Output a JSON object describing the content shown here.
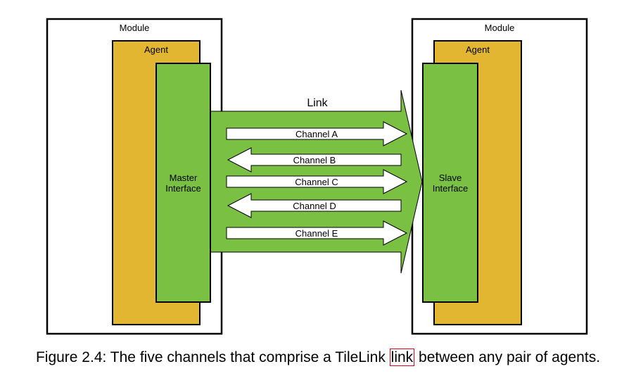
{
  "modules": {
    "left": {
      "label": "Module",
      "agent_label": "Agent",
      "interface_label_line1": "Master",
      "interface_label_line2": "Interface"
    },
    "right": {
      "label": "Module",
      "agent_label": "Agent",
      "interface_label_line1": "Slave",
      "interface_label_line2": "Interface"
    }
  },
  "link": {
    "label": "Link"
  },
  "channels": [
    {
      "label": "Channel A",
      "direction": "right"
    },
    {
      "label": "Channel B",
      "direction": "left"
    },
    {
      "label": "Channel C",
      "direction": "right"
    },
    {
      "label": "Channel D",
      "direction": "left"
    },
    {
      "label": "Channel E",
      "direction": "right"
    }
  ],
  "caption": {
    "prefix": "Figure 2.4: The five channels that comprise a TileLink ",
    "highlight": "link",
    "suffix": " between any pair of agents."
  },
  "colors": {
    "agent": "#E2B631",
    "interface": "#7AC143",
    "link": "#7AC143",
    "channel": "#FFFFFF",
    "highlight_box": "#E0001A"
  }
}
